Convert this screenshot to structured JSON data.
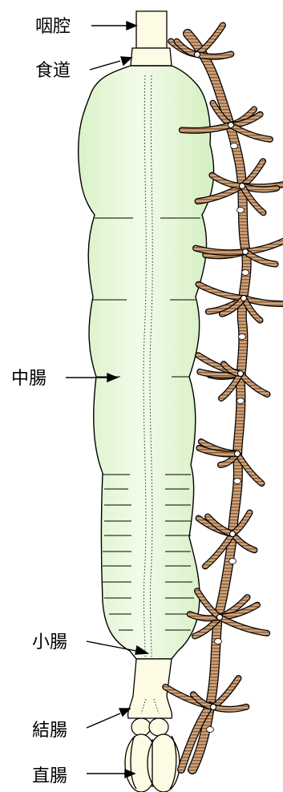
{
  "labels": {
    "pharynx": "咽腔",
    "esophagus": "食道",
    "midgut": "中腸",
    "small_intestine": "小腸",
    "colon": "結腸",
    "rectum": "直腸"
  },
  "colors": {
    "gut_fill": "#dff5cf",
    "gut_highlight": "#f2fbe9",
    "tube_fill": "#fdfbe3",
    "outline": "#000000",
    "tube_base": "#c9a27a",
    "tube_stripe": "#8a5a3a",
    "cell_fill": "#ffffff"
  }
}
